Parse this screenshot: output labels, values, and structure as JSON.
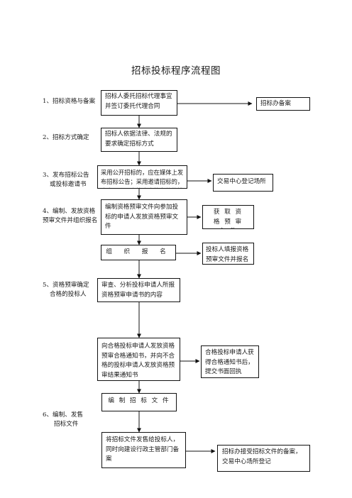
{
  "title": "招标投标程序流程图",
  "steps": [
    {
      "line1": "1、招标资格与备案",
      "line2": ""
    },
    {
      "line1": "2、招标方式确定",
      "line2": ""
    },
    {
      "line1": "3、发布招标公告",
      "line2": "或投标邀请书"
    },
    {
      "line1": "4、编制、发放资格",
      "line2": "预审文件并组织报名"
    },
    {
      "line1": "5、资格预审确定",
      "line2": "合格的投标人"
    },
    {
      "line1": "6、编制、发售",
      "line2": "招标文件"
    }
  ],
  "main_boxes": [
    "招标人委托招标代理事宜并签订委托代理合同",
    "招标人依据法律、法规的要求确定招标方式",
    "采用公开招标的，应在媒体上发布招标公告；采用邀请招标的，应向三个以上符合资格条件的投标人发出投标邀请书",
    "编制资格预审文件向参加投标的申请人发放资格预审文件",
    "组 织 报 名",
    "审查、分析投标申请人所报资格预审申请书的内容",
    "向合格投标申请人发放资格预审合格通知书，并向不合格的投标申请人发放资格预审结果通知书",
    "编 制 招 标 文 件",
    "将招标文件发售给投标人，同时向建设行政主管部门备案"
  ],
  "side_boxes": [
    "招标办备案",
    "交易中心登记场所",
    "获 取 资 格 预 审 文 件",
    "投标人填报资格预审文件并报名",
    "合格投标申请人获得合格通知书后，提交书面回执",
    "招标办接受招标文件的备案，交易中心场所登记"
  ]
}
